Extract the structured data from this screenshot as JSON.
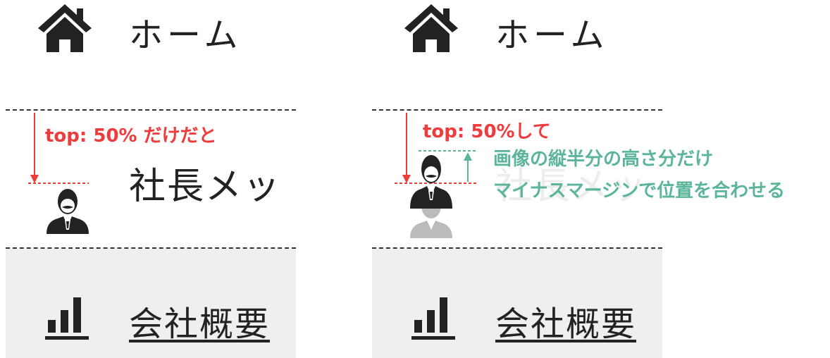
{
  "left": {
    "home_label": "ホーム",
    "message_label": "社長メッ",
    "overview_label": "会社概要",
    "annotation": "top: 50% だけだと"
  },
  "right": {
    "home_label": "ホーム",
    "message_label": "社長メッ",
    "overview_label": "会社概要",
    "annotation": "top: 50%して",
    "note_line1": "画像の縦半分の高さ分だけ",
    "note_line2": "マイナスマージンで位置を合わせる"
  },
  "colors": {
    "red": "#ee3b3b",
    "green": "#5bb59a",
    "dark": "#222222",
    "gray_block": "#efefef"
  },
  "icons": [
    "home-icon",
    "businessman-icon",
    "bar-chart-icon"
  ]
}
